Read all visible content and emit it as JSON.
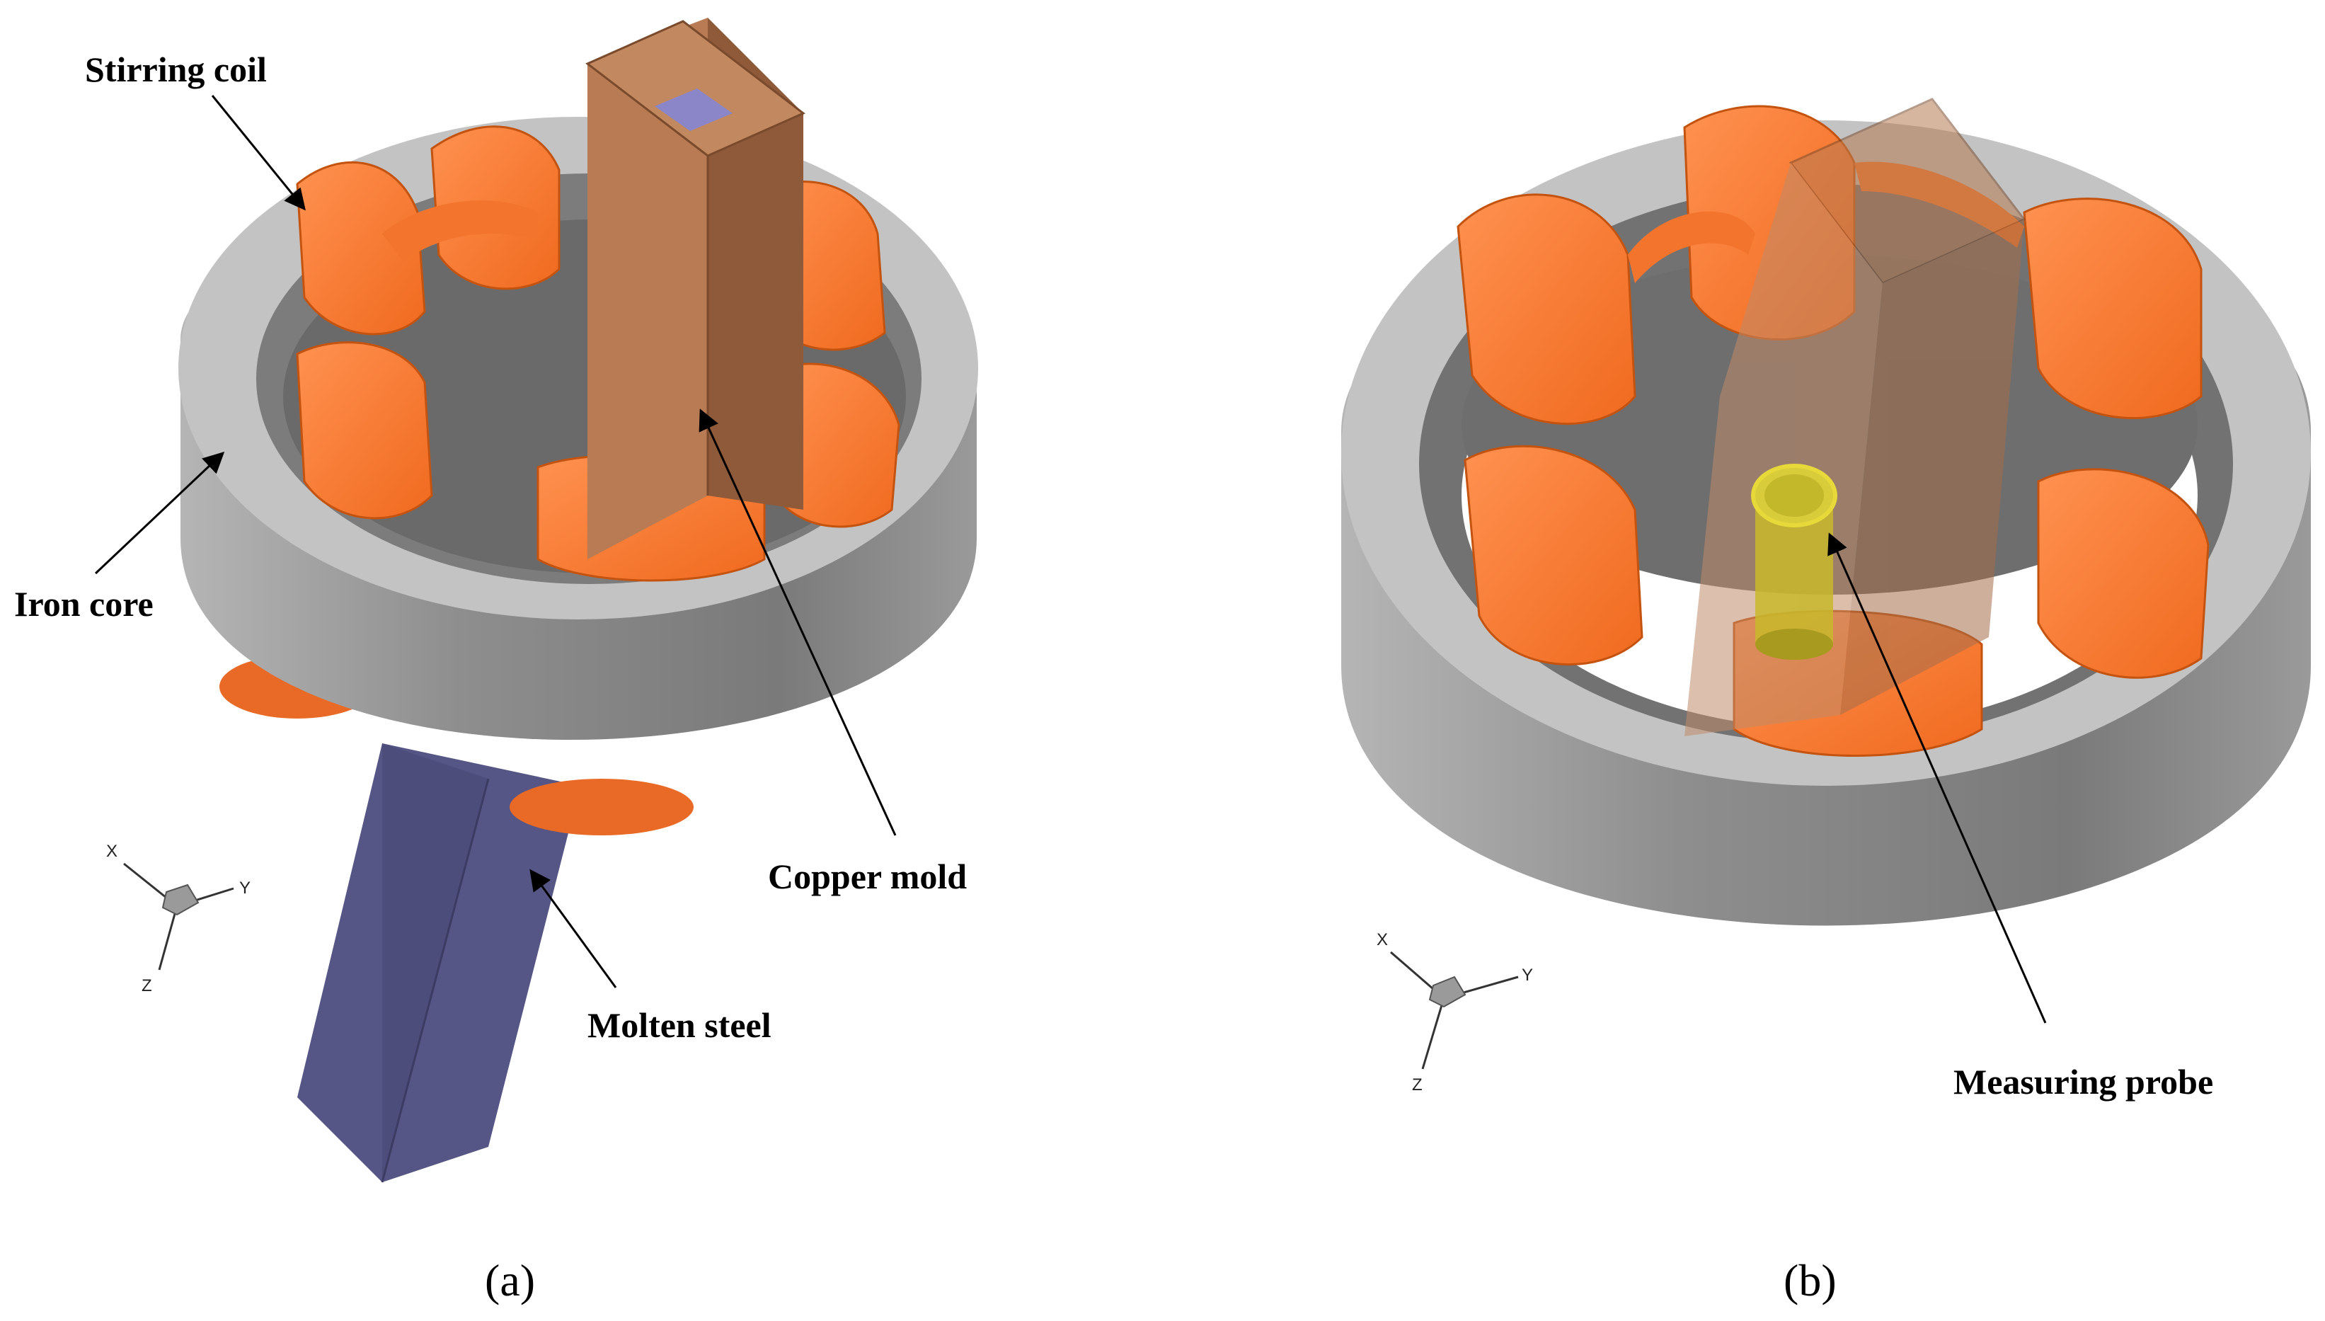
{
  "panel_a": {
    "caption": "(a)",
    "labels": {
      "stirring_coil": "Stirring coil",
      "iron_core": "Iron core",
      "copper_mold": "Copper mold",
      "molten_steel": "Molten steel"
    },
    "axes": {
      "x": "X",
      "y": "Y",
      "z": "Z"
    }
  },
  "panel_b": {
    "caption": "(b)",
    "labels": {
      "measuring_probe": "Measuring probe"
    },
    "axes": {
      "x": "X",
      "y": "Y",
      "z": "Z"
    }
  },
  "colors": {
    "iron_core_top": "#c2c2c2",
    "iron_core_side": "#8a8a8a",
    "coil": "#ff7a33",
    "coil_dark": "#e45f16",
    "copper_mold": "#a66a45",
    "molten_steel": "#565686",
    "probe": "#c8b92a"
  }
}
